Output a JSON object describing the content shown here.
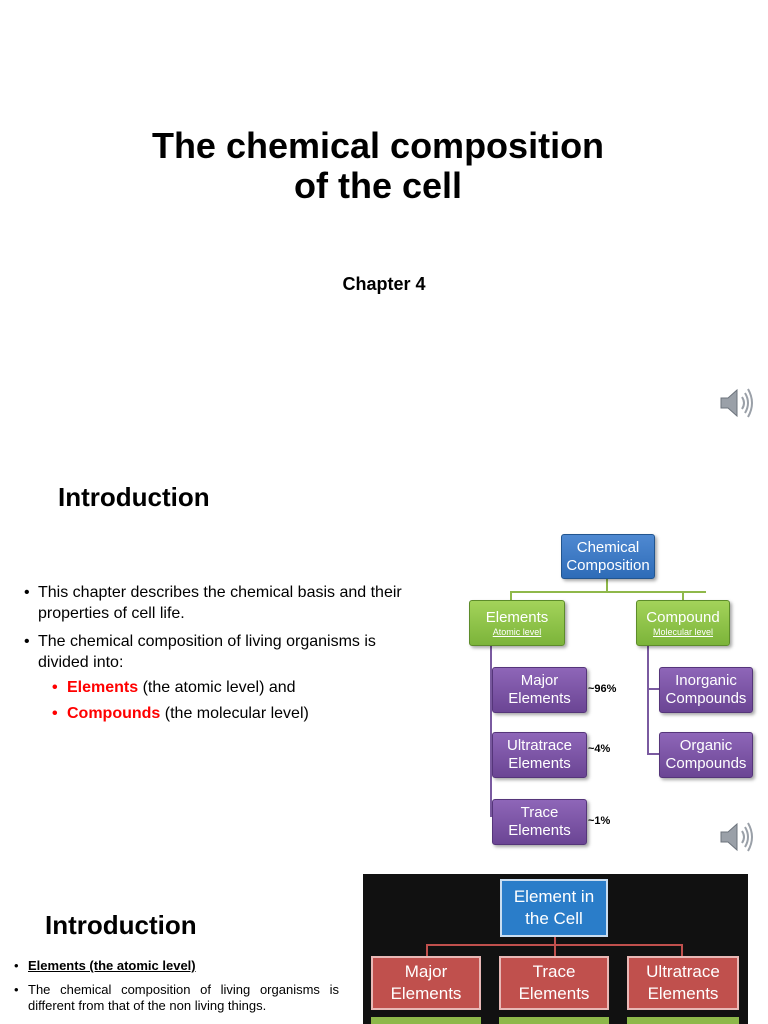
{
  "slide1": {
    "title_line1": "The chemical composition",
    "title_line2": "of the cell",
    "subtitle": "Chapter 4",
    "audio_icon": "speaker-icon"
  },
  "slide2": {
    "heading": "Introduction",
    "bullets": [
      "This chapter describes the chemical basis and their properties of cell life.",
      "The chemical composition of living organisms is divided into:"
    ],
    "sub_bullets": [
      {
        "term": "Elements",
        "rest": " (the atomic level) and"
      },
      {
        "term": "Compounds",
        "rest": " (the molecular level)"
      }
    ],
    "diagram": {
      "root": "Chemical Composition",
      "elements": {
        "label": "Elements",
        "sub": "Atomic level"
      },
      "compound": {
        "label": "Compound",
        "sub": "Molecular level"
      },
      "element_children": [
        {
          "label": "Major Elements",
          "pct": "~96%"
        },
        {
          "label": "Ultratrace Elements",
          "pct": "~4%"
        },
        {
          "label": "Trace Elements",
          "pct": "~1%"
        }
      ],
      "compound_children": [
        "Inorganic Compounds",
        "Organic Compounds"
      ]
    },
    "audio_icon": "speaker-icon"
  },
  "slide3": {
    "heading": "Introduction",
    "bullet1": "Elements (the atomic level)",
    "bullet2": "The chemical composition of living organisms is different from that of the non living things.",
    "diagram": {
      "root": "Element in the Cell",
      "children": [
        "Major Elements",
        "Trace Elements",
        "Ultratrace Elements"
      ]
    }
  },
  "colors": {
    "blue": "#2e6cb8",
    "green": "#7cb43a",
    "purple": "#6b4594",
    "red": "#c0504d",
    "accent_red_text": "#ff0000"
  }
}
